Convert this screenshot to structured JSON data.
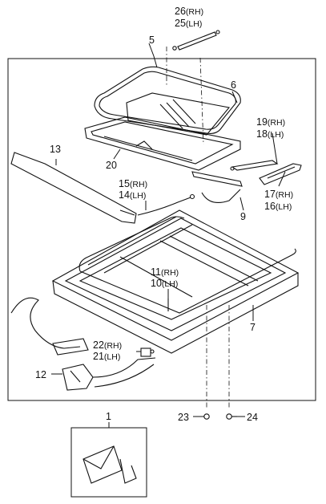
{
  "callouts": {
    "c26": {
      "num": "26",
      "side": "(RH)"
    },
    "c25": {
      "num": "25",
      "side": "(LH)"
    },
    "c5": {
      "num": "5"
    },
    "c6": {
      "num": "6"
    },
    "c19": {
      "num": "19",
      "side": "(RH)"
    },
    "c18": {
      "num": "18",
      "side": "(LH)"
    },
    "c13": {
      "num": "13"
    },
    "c20": {
      "num": "20"
    },
    "c15": {
      "num": "15",
      "side": "(RH)"
    },
    "c14": {
      "num": "14",
      "side": "(LH)"
    },
    "c9": {
      "num": "9"
    },
    "c17": {
      "num": "17",
      "side": "(RH)"
    },
    "c16": {
      "num": "16",
      "side": "(LH)"
    },
    "c11": {
      "num": "11",
      "side": "(RH)"
    },
    "c10": {
      "num": "10",
      "side": "(LH)"
    },
    "c7": {
      "num": "7"
    },
    "c22": {
      "num": "22",
      "side": "(RH)"
    },
    "c21": {
      "num": "21",
      "side": "(LH)"
    },
    "c12": {
      "num": "12"
    },
    "c23": {
      "num": "23"
    },
    "c24": {
      "num": "24"
    },
    "c1": {
      "num": "1"
    }
  }
}
